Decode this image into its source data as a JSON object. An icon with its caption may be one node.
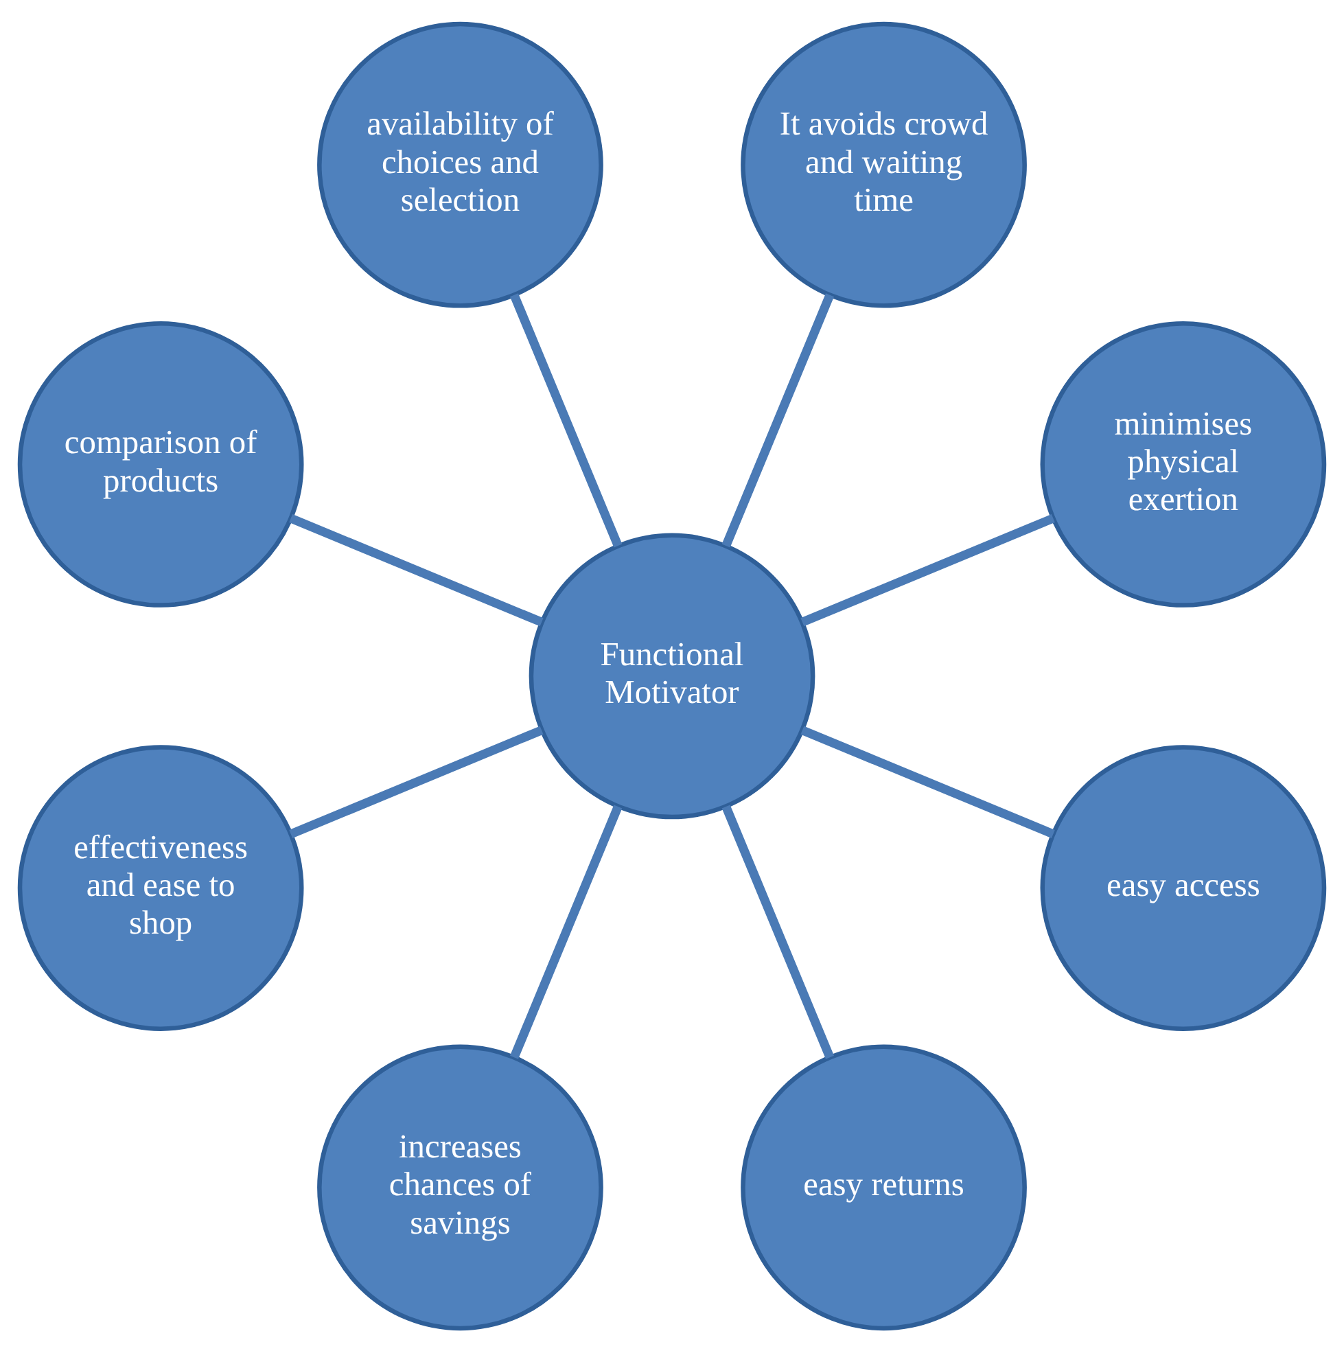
{
  "diagram": {
    "nodes": [
      {
        "text": [
          "Functional Motivator"
        ]
      },
      {
        "text": [
          "minimises physical exertion"
        ]
      },
      {
        "text": [
          "It avoids crowd and waiting time"
        ]
      },
      {
        "text": [
          "availability of choices and selection"
        ]
      },
      {
        "text": [
          "comparison of products"
        ]
      },
      {
        "text": [
          "effectiveness and ease to shop"
        ]
      },
      {
        "text": [
          "increases chances of savings"
        ]
      },
      {
        "text": [
          "easy returns"
        ]
      },
      {
        "text": [
          "easy access"
        ]
      }
    ],
    "edges": [
      {
        "from": 0,
        "to": 1,
        "arrow": "none"
      },
      {
        "from": 0,
        "to": 2,
        "arrow": "none"
      },
      {
        "from": 0,
        "to": 3,
        "arrow": "none"
      },
      {
        "from": 0,
        "to": 4,
        "arrow": "none"
      },
      {
        "from": 0,
        "to": 5,
        "arrow": "none"
      },
      {
        "from": 0,
        "to": 6,
        "arrow": "none"
      },
      {
        "from": 0,
        "to": 7,
        "arrow": "none"
      },
      {
        "from": 0,
        "to": 8,
        "arrow": "none"
      }
    ]
  }
}
